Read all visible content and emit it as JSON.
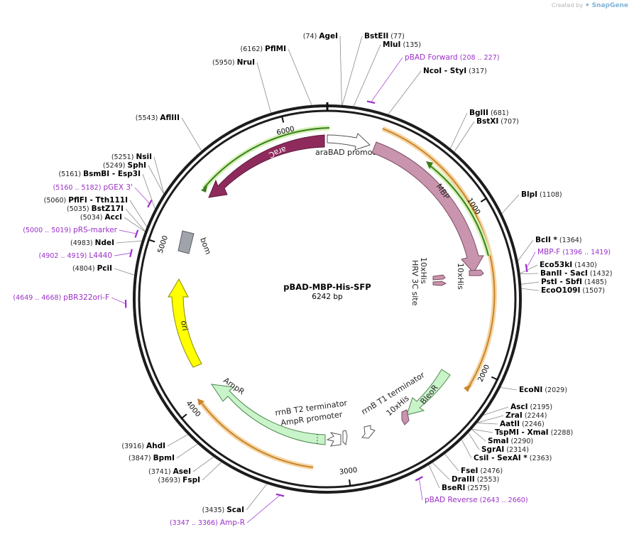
{
  "credit": {
    "prefix": "Created by",
    "brand": "SnapGene"
  },
  "plasmid": {
    "name": "pBAD-MBP-His-SFP",
    "size_label": "6242 bp"
  },
  "ticks": [
    {
      "label": "1000",
      "pos": 1000
    },
    {
      "label": "2000",
      "pos": 2000
    },
    {
      "label": "3000",
      "pos": 3000
    },
    {
      "label": "4000",
      "pos": 4000
    },
    {
      "label": "5000",
      "pos": 5000
    },
    {
      "label": "6000",
      "pos": 6000
    }
  ],
  "enzymes": [
    {
      "name": "AgeI",
      "pos": "(74)",
      "bp": 74
    },
    {
      "name": "BstEII",
      "pos": "(77)",
      "bp": 77
    },
    {
      "name": "MluI",
      "pos": "(135)",
      "bp": 135
    },
    {
      "name": "NcoI - StyI",
      "pos": "(317)",
      "bp": 317
    },
    {
      "name": "BglII",
      "pos": "(681)",
      "bp": 681
    },
    {
      "name": "BstXI",
      "pos": "(707)",
      "bp": 707
    },
    {
      "name": "BlpI",
      "pos": "(1108)",
      "bp": 1108
    },
    {
      "name": "BclI *",
      "pos": "(1364)",
      "bp": 1364
    },
    {
      "name": "Eco53kI",
      "pos": "(1430)",
      "bp": 1430
    },
    {
      "name": "BanII - SacI",
      "pos": "(1432)",
      "bp": 1432
    },
    {
      "name": "PstI - SbfI",
      "pos": "(1485)",
      "bp": 1485
    },
    {
      "name": "EcoO109I",
      "pos": "(1507)",
      "bp": 1507
    },
    {
      "name": "EcoNI",
      "pos": "(2029)",
      "bp": 2029
    },
    {
      "name": "AscI",
      "pos": "(2195)",
      "bp": 2195
    },
    {
      "name": "ZraI",
      "pos": "(2244)",
      "bp": 2244
    },
    {
      "name": "AatII",
      "pos": "(2246)",
      "bp": 2246
    },
    {
      "name": "TspMI - XmaI",
      "pos": "(2288)",
      "bp": 2288
    },
    {
      "name": "SmaI",
      "pos": "(2290)",
      "bp": 2290
    },
    {
      "name": "SgrAI",
      "pos": "(2314)",
      "bp": 2314
    },
    {
      "name": "CsiI - SexAI *",
      "pos": "(2363)",
      "bp": 2363
    },
    {
      "name": "FseI",
      "pos": "(2476)",
      "bp": 2476
    },
    {
      "name": "DraIII",
      "pos": "(2553)",
      "bp": 2553
    },
    {
      "name": "BseRI",
      "pos": "(2575)",
      "bp": 2575
    },
    {
      "name": "ScaI",
      "pos": "(3435)",
      "bp": 3435
    },
    {
      "name": "FspI",
      "pos": "(3693)",
      "bp": 3693
    },
    {
      "name": "AseI",
      "pos": "(3741)",
      "bp": 3741
    },
    {
      "name": "BpmI",
      "pos": "(3847)",
      "bp": 3847
    },
    {
      "name": "AhdI",
      "pos": "(3916)",
      "bp": 3916
    },
    {
      "name": "PciI",
      "pos": "(4804)",
      "bp": 4804
    },
    {
      "name": "NdeI",
      "pos": "(4983)",
      "bp": 4983
    },
    {
      "name": "AccI",
      "pos": "(5034)",
      "bp": 5034
    },
    {
      "name": "BstZ17I",
      "pos": "(5035)",
      "bp": 5035
    },
    {
      "name": "PflFI - Tth111I",
      "pos": "(5060)",
      "bp": 5060
    },
    {
      "name": "BsmBI - Esp3I",
      "pos": "(5161)",
      "bp": 5161
    },
    {
      "name": "SphI",
      "pos": "(5249)",
      "bp": 5249
    },
    {
      "name": "NsiI",
      "pos": "(5251)",
      "bp": 5251
    },
    {
      "name": "AflIII",
      "pos": "(5543)",
      "bp": 5543
    },
    {
      "name": "NruI",
      "pos": "(5950)",
      "bp": 5950
    },
    {
      "name": "PflMI",
      "pos": "(6162)",
      "bp": 6162
    }
  ],
  "primers": [
    {
      "name": "pBAD Forward",
      "range": "(208 .. 227)",
      "bp": 217
    },
    {
      "name": "MBP-F",
      "range": "(1396 .. 1419)",
      "bp": 1407
    },
    {
      "name": "pBAD Reverse",
      "range": "(2643 .. 2660)",
      "bp": 2651
    },
    {
      "name": "Amp-R",
      "range": "(3347 .. 3366)",
      "bp": 3356
    },
    {
      "name": "pBR322ori-F",
      "range": "(4649 .. 4668)",
      "bp": 4658
    },
    {
      "name": "L4440",
      "range": "(4902 .. 4919)",
      "bp": 4910
    },
    {
      "name": "pRS-marker",
      "range": "(5000 .. 5019)",
      "bp": 5009
    },
    {
      "name": "pGEX 3'",
      "range": "(5160 .. 5182)",
      "bp": 5171
    }
  ],
  "features": {
    "araC": "araC",
    "araBAD_promoter": "araBAD promoter",
    "MBP": "MBP",
    "his_tag_1": "10xHis",
    "hrv_3c_site": "HRV 3C site",
    "his_tag_2": "10xHis",
    "bleoR": "BleoR",
    "rrnB_T1_terminator": "rrnB T1 terminator",
    "his_tag_3": "10xHis",
    "rrnB_T2_terminator": "rrnB T2 terminator",
    "AmpR_promoter": "AmpR promoter",
    "AmpR": "AmpR",
    "ori": "ori",
    "bom": "bom"
  },
  "colors": {
    "araC": "#8e2b5c",
    "MBP": "#c994ad",
    "his_tag": "#c994ad",
    "BleoR": "#c9f3c9",
    "AmpR": "#c9f3c9",
    "ori": "#ffff00",
    "bom": "#a0a4aa",
    "orf_orange": "#e8a23c",
    "orf_green": "#5aa02c",
    "primer": "#9b30c8"
  }
}
